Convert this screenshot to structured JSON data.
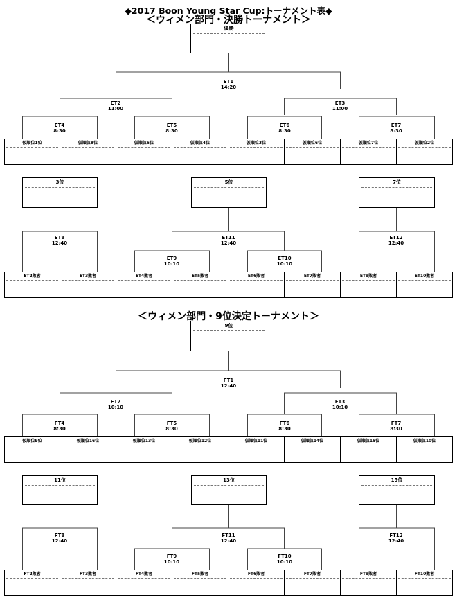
{
  "titles": {
    "main": "◆2017 Boon Young Star Cup:トーナメント表◆",
    "final_section": "＜ウィメン部門・決勝トーナメント＞",
    "ninth_section": "＜ウィメン部門・9位決定トーナメント＞"
  },
  "final": {
    "champion_label": "優勝",
    "top_matches": [
      {
        "id": "ET1",
        "time": "14:20"
      },
      {
        "id": "ET2",
        "time": "11:00"
      },
      {
        "id": "ET3",
        "time": "11:00"
      },
      {
        "id": "ET4",
        "time": "8:30"
      },
      {
        "id": "ET5",
        "time": "8:30"
      },
      {
        "id": "ET6",
        "time": "8:30"
      },
      {
        "id": "ET7",
        "time": "8:30"
      }
    ],
    "seed_row": [
      "仮順位1位",
      "仮順位8位",
      "仮順位5位",
      "仮順位4位",
      "仮順位3位",
      "仮順位6位",
      "仮順位7位",
      "仮順位2位"
    ],
    "place_boxes": [
      "3位",
      "5位",
      "7位"
    ],
    "bottom_matches": [
      {
        "id": "ET8",
        "time": "12:40"
      },
      {
        "id": "ET11",
        "time": "12:40"
      },
      {
        "id": "ET12",
        "time": "12:40"
      },
      {
        "id": "ET9",
        "time": "10:10"
      },
      {
        "id": "ET10",
        "time": "10:10"
      }
    ],
    "loser_row": [
      "ET2敗者",
      "ET3敗者",
      "ET4敗者",
      "ET5敗者",
      "ET6敗者",
      "ET7敗者",
      "ET9敗者",
      "ET10敗者"
    ]
  },
  "ninth": {
    "top_label": "9位",
    "top_matches": [
      {
        "id": "FT1",
        "time": "12:40"
      },
      {
        "id": "FT2",
        "time": "10:10"
      },
      {
        "id": "FT3",
        "time": "10:10"
      },
      {
        "id": "FT4",
        "time": "8:30"
      },
      {
        "id": "FT5",
        "time": "8:30"
      },
      {
        "id": "FT6",
        "time": "8:30"
      },
      {
        "id": "FT7",
        "time": "8:30"
      }
    ],
    "seed_row": [
      "仮順位9位",
      "仮順位16位",
      "仮順位13位",
      "仮順位12位",
      "仮順位11位",
      "仮順位14位",
      "仮順位15位",
      "仮順位10位"
    ],
    "place_boxes": [
      "11位",
      "13位",
      "15位"
    ],
    "bottom_matches": [
      {
        "id": "FT8",
        "time": "12:40"
      },
      {
        "id": "FT11",
        "time": "12:40"
      },
      {
        "id": "FT12",
        "time": "12:40"
      },
      {
        "id": "FT9",
        "time": "10:10"
      },
      {
        "id": "FT10",
        "time": "10:10"
      }
    ],
    "loser_row": [
      "FT2敗者",
      "FT3敗者",
      "FT4敗者",
      "FT5敗者",
      "FT6敗者",
      "FT7敗者",
      "FT9敗者",
      "FT10敗者"
    ]
  }
}
